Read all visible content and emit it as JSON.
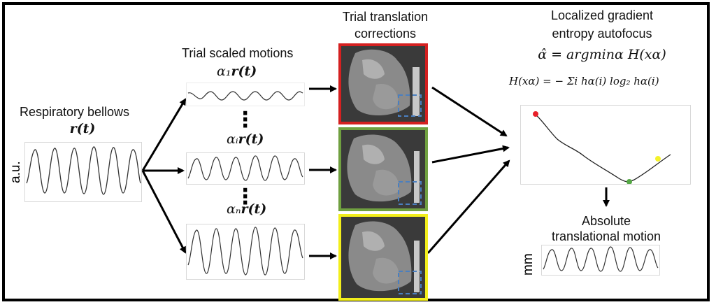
{
  "labels": {
    "bellows_title": "Respiratory bellows",
    "bellows_math": "r(t)",
    "au_label": "a.u.",
    "trial_scaled_title": "Trial scaled motions",
    "alpha1": "α₁",
    "alphai": "αᵢ",
    "alphan": "αₙ",
    "rt": "r(t)",
    "trial_translation_line1": "Trial translation",
    "trial_translation_line2": "corrections",
    "autofocus_line1": "Localized gradient",
    "autofocus_line2": "entropy autofocus",
    "formula_argmin": "α̂ = argminα H(xα)",
    "formula_entropy": "H(xα) = − Σi hα(i) log₂ hα(i)",
    "absolute_line1": "Absolute",
    "absolute_line2": "translational motion",
    "mm_label": "mm"
  },
  "colors": {
    "red_box": "#d42020",
    "green_box": "#70a040",
    "yellow_box": "#f2ee1c",
    "red_dot": "#e8202a",
    "green_dot": "#55a845",
    "yellow_dot": "#f4f22a",
    "dashed_roi": "#4a7fc0"
  }
}
